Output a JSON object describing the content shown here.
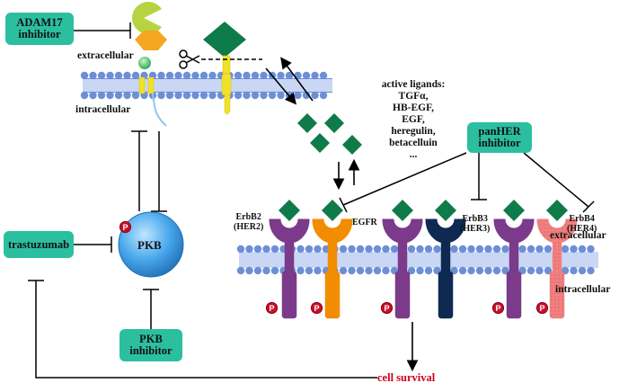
{
  "boxes": {
    "adam17": {
      "line1": "ADAM17",
      "line2": "inhibitor"
    },
    "panher": {
      "line1": "panHER",
      "line2": "inhibitor"
    },
    "trastuzumab": "trastuzumab",
    "pkb_inhibitor": {
      "line1": "PKB",
      "line2": "inhibitor"
    }
  },
  "labels": {
    "extracellular_left": "extracellular",
    "intracellular_left": "intracellular",
    "extracellular_right": "extracellular",
    "intracellular_right": "intracellular",
    "pkb": "PKB",
    "egfr": "EGFR",
    "erbb2": {
      "line1": "ErbB2",
      "line2": "(HER2)"
    },
    "erbb3": {
      "line1": "ErbB3",
      "line2": "(HER3)"
    },
    "erbb4": {
      "line1": "ErbB4",
      "line2": "(HER4)"
    },
    "phospho": "P",
    "cell_survival": "cell survival"
  },
  "ligands": {
    "title": "active ligands:",
    "items": [
      "TGFα,",
      "HB-EGF,",
      "EGF,",
      "heregulin,",
      "betacelluin",
      "..."
    ]
  },
  "colors": {
    "box": "#2bbfa0",
    "ligand": "#0f7a4a",
    "membrane": "#6d8fd6",
    "erbb2": "#7b3a8a",
    "egfr": "#f28c00",
    "erbb3": "#0e2a52",
    "erbb4": "#f08080",
    "pkb": "#2f8fd8",
    "phospho": "#c8102e",
    "survival": "#d0021b",
    "adam_pac": "#b7d341",
    "adam_hex": "#f5a623",
    "tail": "#f1e12a"
  }
}
